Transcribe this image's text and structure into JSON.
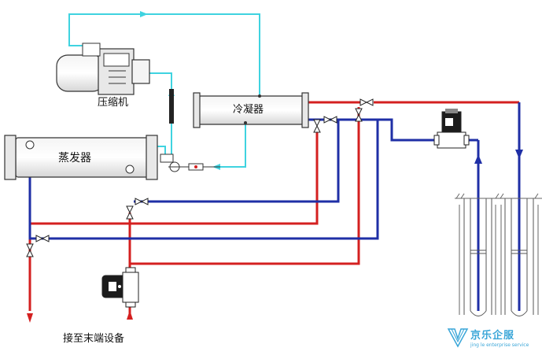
{
  "labels": {
    "compressor": "压缩机",
    "condenser": "冷凝器",
    "evaporator": "蒸发器",
    "terminal": "接至末端设备"
  },
  "watermark": {
    "title": "京乐企服",
    "subtitle": "jing le enterprise service"
  },
  "colors": {
    "supply_pipe": "#d42020",
    "return_pipe": "#1f2fa6",
    "refrigerant_line": "#3fd3e0",
    "watermark": "#3aa6d8"
  }
}
